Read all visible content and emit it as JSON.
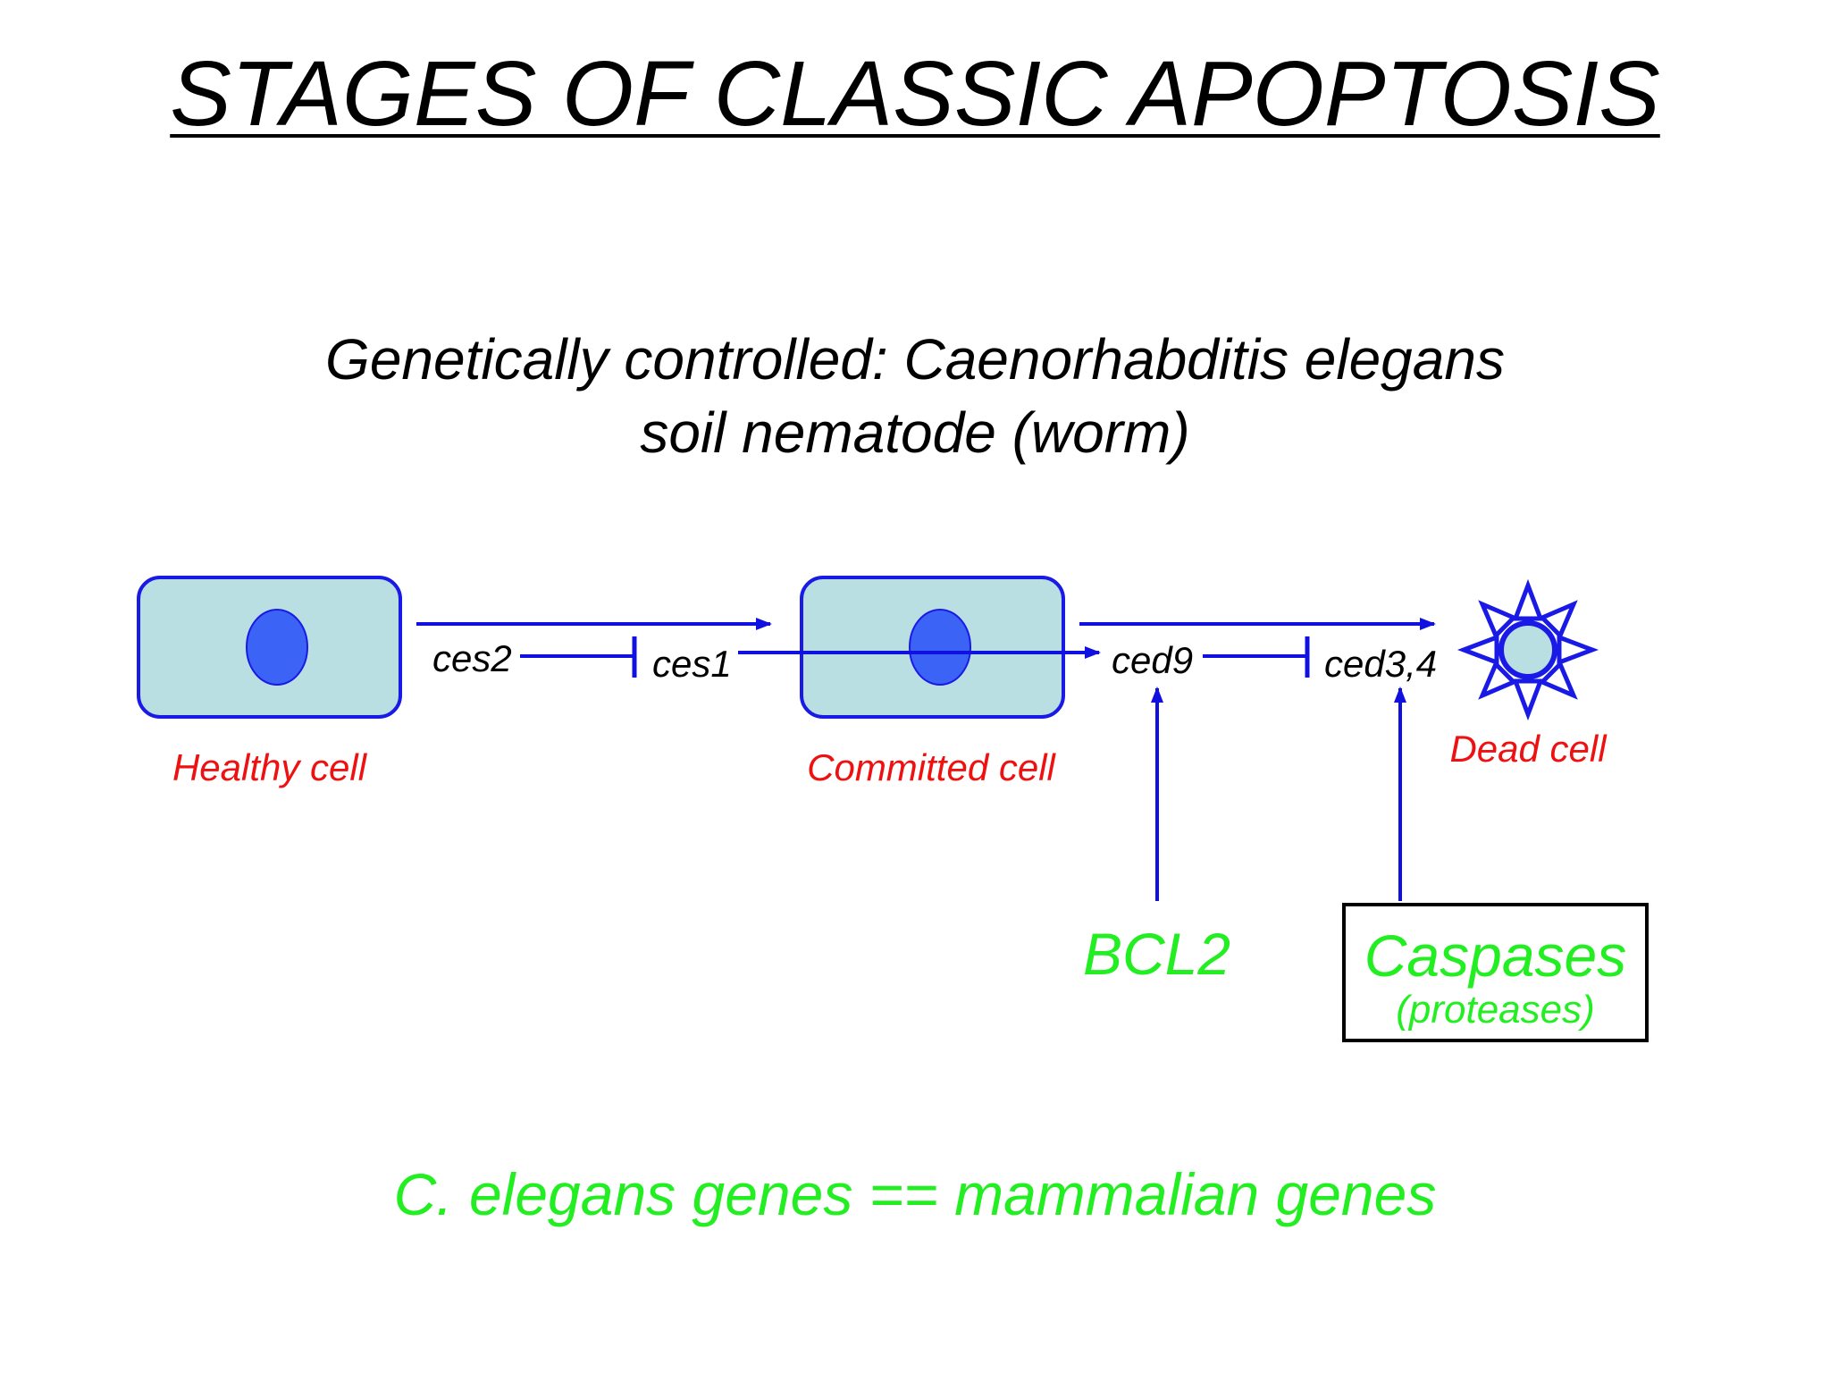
{
  "title": "STAGES OF CLASSIC APOPTOSIS",
  "subtitle": {
    "line1": "Genetically controlled: Caenorhabditis elegans",
    "line2": "soil nematode (worm)"
  },
  "cells": {
    "healthy": "Healthy cell",
    "committed": "Committed cell",
    "dead": "Dead cell"
  },
  "genes": {
    "ces2": "ces2",
    "ces1": "ces1",
    "ced9": "ced9",
    "ced34": "ced3,4"
  },
  "regulators": {
    "bcl2": "BCL2",
    "caspases": "Caspases",
    "caspases_sub": "(proteases)"
  },
  "bottom_note": "C. elegans genes == mammalian genes",
  "colors": {
    "arrow": "#1010e0",
    "cell_fill": "#b9dfe3",
    "cell_border": "#1a1ae6",
    "nucleus": "#3b63f5",
    "label_red": "#ee1111",
    "accent_green": "#22ee22"
  }
}
